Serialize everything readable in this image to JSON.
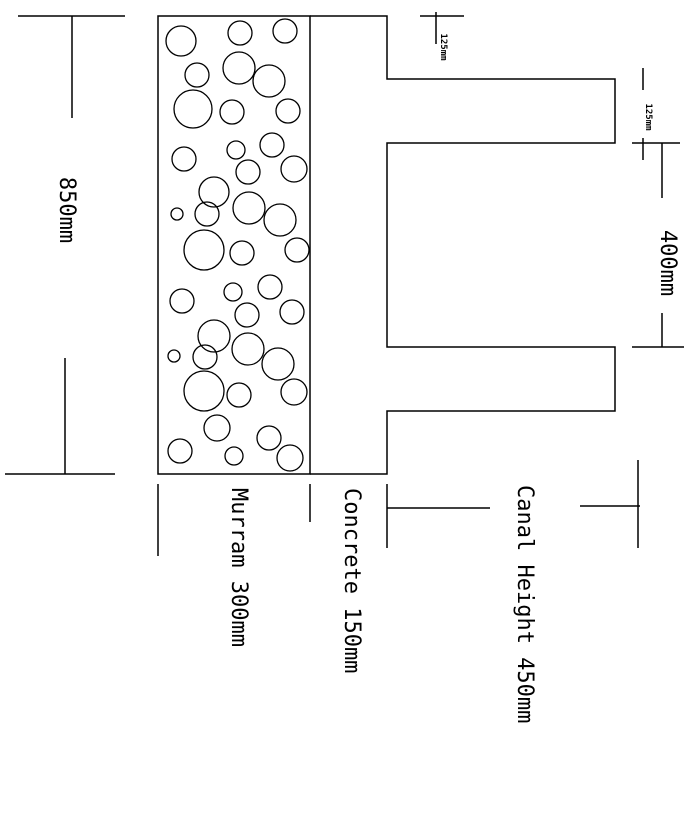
{
  "diagram": {
    "labels": {
      "overall_height": "850mm",
      "top_thickness": "125mm",
      "slot_thickness": "125mm",
      "slot_width": "400mm",
      "murram": "Murram 300mm",
      "concrete": "Concrete 150mm",
      "canal_height": "Canal Height 450mm"
    },
    "colors": {
      "ink": "#000000",
      "background": "#ffffff"
    }
  }
}
